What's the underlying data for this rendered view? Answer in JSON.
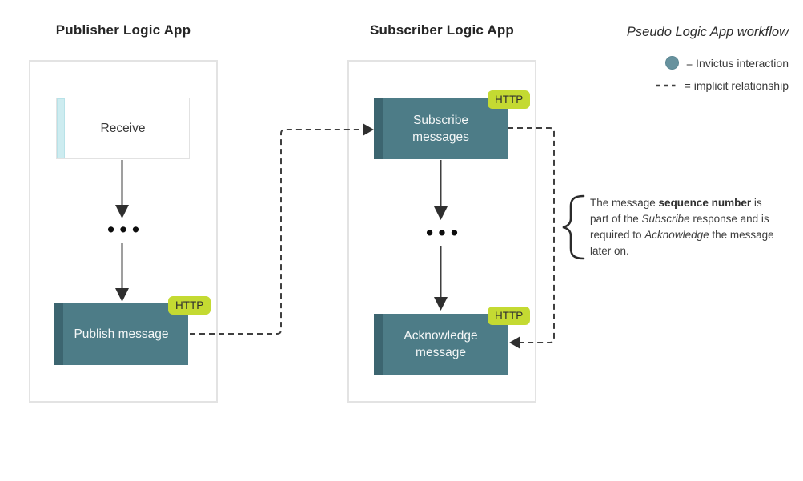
{
  "titles": {
    "publisher": "Publisher Logic App",
    "subscriber": "Subscriber Logic App",
    "legend_title": "Pseudo Logic App workflow"
  },
  "legend": {
    "items": [
      {
        "icon": "invictus-dot-icon",
        "label": "= Invictus interaction"
      },
      {
        "icon": "dashed-line-icon",
        "label": "= implicit relationship"
      }
    ]
  },
  "publisher": {
    "receive_label": "Receive",
    "ellipsis": "•••",
    "publish_label": "Publish message",
    "publish_badge": "HTTP"
  },
  "subscriber": {
    "subscribe_label": "Subscribe messages",
    "subscribe_badge": "HTTP",
    "ellipsis": "•••",
    "ack_label": "Acknowledge message",
    "ack_badge": "HTTP"
  },
  "annotation": {
    "lines": [
      [
        {
          "t": "The message "
        },
        {
          "t": "sequence number",
          "s": "bold"
        },
        {
          "t": " is"
        }
      ],
      [
        {
          "t": "part of the "
        },
        {
          "t": "Subscribe",
          "s": "italic"
        },
        {
          "t": " response and is"
        }
      ],
      [
        {
          "t": "required to "
        },
        {
          "t": "Acknowledge",
          "s": "italic"
        },
        {
          "t": " the message"
        }
      ],
      [
        {
          "t": "later on."
        }
      ]
    ]
  },
  "colors": {
    "invictus_teal": "#4d7c87",
    "invictus_stripe": "#3c6570",
    "trigger_stripe": "#cdecf0",
    "http_badge": "#c4da32",
    "connector": "#3f3f3f",
    "container_border": "#e3e3e3",
    "legend_dot": "#67929e"
  }
}
